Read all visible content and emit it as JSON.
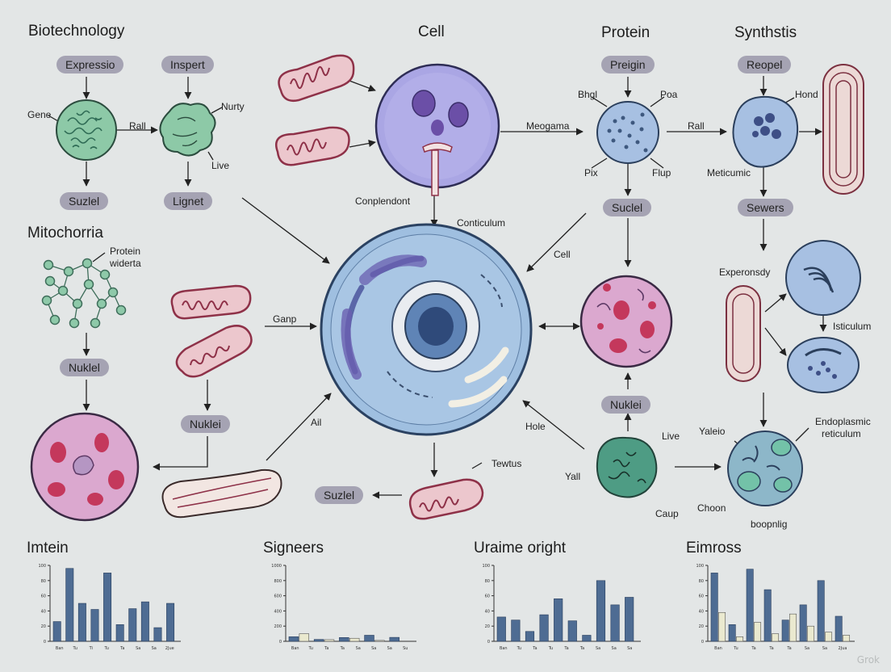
{
  "sections": {
    "biotechnology": "Biotechnology",
    "cell": "Cell",
    "protein": "Protein",
    "synthesis": "Synthstis",
    "mitochondria": "Mitochorria"
  },
  "pills": {
    "expressio": "Expressio",
    "inspert": "Inspert",
    "suzlel_1": "Suzlel",
    "lignet": "Lignet",
    "preigin": "Preigin",
    "reopel": "Reopel",
    "suclel": "Suclel",
    "sewers": "Sewers",
    "nuklel_1": "Nuklel",
    "nuklei_1": "Nuklei",
    "nuklei_2": "Nuklei",
    "suzlel_2": "Suzlel"
  },
  "labels": {
    "gene": "Gene",
    "rall_1": "Rall",
    "nurty": "Nurty",
    "live_1": "Live",
    "complendont": "Conplendont",
    "conticulum": "Conticulum",
    "bhgl": "Bhgl",
    "poa": "Poa",
    "meogama": "Meogama",
    "pix": "Pix",
    "flup": "Flup",
    "rall_2": "Rall",
    "hond": "Hond",
    "meticumic": "Meticumic",
    "protein_widerta_1": "Protein",
    "protein_widerta_2": "widerta",
    "ganp": "Ganp",
    "cell_small": "Cell",
    "experonsdy": "Experonsdy",
    "isticulum": "Isticulum",
    "ail": "Ail",
    "hole": "Hole",
    "live_2": "Live",
    "yall": "Yall",
    "caup": "Caup",
    "tewtus": "Tewtus",
    "yaleio": "Yaleio",
    "endoplasmic_1": "Endoplasmic",
    "endoplasmic_2": "reticulum",
    "choon": "Choon",
    "boopnlig": "boopnlig"
  },
  "watermark": "Grok",
  "colors": {
    "arrow": "#222222",
    "bar_dark": "#4e6c93",
    "bar_light": "#eae9cf",
    "pill_bg": "#a5a3b3",
    "mito_fill": "#ecc7cd",
    "mito_stroke": "#8e3148",
    "green_cell": "#8dc9a7",
    "blue_cell": "#a7c0e2",
    "pink_cell": "#dba8cf"
  },
  "chart_data": [
    {
      "type": "bar",
      "title": "Imtein",
      "categories": [
        "Ban",
        "Tu",
        "Ti",
        "Tu",
        "Ta",
        "Sa",
        "Sa",
        "2Jue"
      ],
      "series": [
        {
          "values": [
            26,
            96,
            50,
            42,
            90,
            22,
            43,
            52,
            18,
            50
          ]
        }
      ],
      "ylim": [
        0,
        100
      ]
    },
    {
      "type": "bar",
      "title": "Signeers",
      "categories": [
        "Ban",
        "Tu",
        "Ta",
        "Ta",
        "Sa",
        "Sa",
        "Sa",
        "Su"
      ],
      "series": [
        {
          "values": [
            60,
            25,
            50,
            80,
            52
          ]
        },
        {
          "values": [
            100,
            22,
            40,
            12
          ]
        }
      ],
      "ylim": [
        0,
        1000
      ]
    },
    {
      "type": "bar",
      "title": "Uraime oright",
      "categories": [
        "Ban",
        "Tu",
        "Ta",
        "Tu",
        "Ta",
        "Ta",
        "Sa",
        "Sa",
        "Sa"
      ],
      "series": [
        {
          "values": [
            32,
            28,
            13,
            35,
            56,
            27,
            8,
            80,
            48,
            58
          ]
        }
      ],
      "ylim": [
        0,
        100
      ]
    },
    {
      "type": "bar",
      "title": "Eimross",
      "categories": [
        "Ban",
        "Tu",
        "Ta",
        "Ta",
        "Ta",
        "Sa",
        "Sa",
        "2Jua"
      ],
      "series": [
        {
          "values": [
            90,
            22,
            95,
            68,
            28,
            48,
            80,
            33
          ]
        },
        {
          "values": [
            38,
            6,
            25,
            10,
            36,
            20,
            12,
            8
          ]
        }
      ],
      "ylim": [
        0,
        100
      ]
    }
  ]
}
